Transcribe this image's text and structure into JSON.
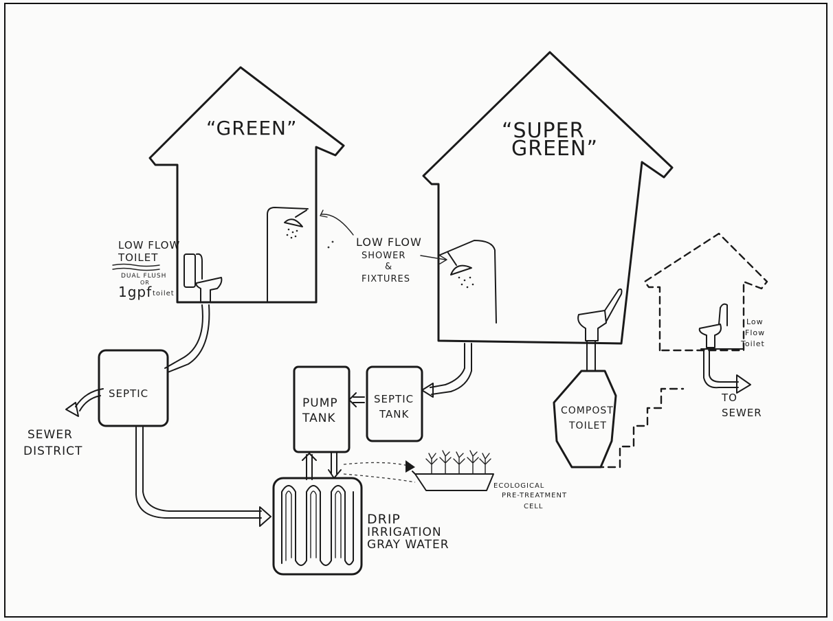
{
  "houses": {
    "green": "“GREEN”",
    "super_green_1": "“SUPER",
    "super_green_2": "GREEN”"
  },
  "labels": {
    "low_flow_toilet_1": "LOW FLOW",
    "low_flow_toilet_2": "TOILET",
    "dual_flush_1": "DUAL FLUSH",
    "dual_flush_2": "OR",
    "gpf_toilet_num": "1gpf",
    "gpf_toilet_word": "toilet",
    "low_flow_fixtures_1": "LOW FLOW",
    "low_flow_fixtures_2": "SHOWER",
    "low_flow_fixtures_3": "&",
    "low_flow_fixtures_4": "FIXTURES",
    "septic": "SEPTIC",
    "sewer_district_1": "SEWER",
    "sewer_district_2": "DISTRICT",
    "pump_tank_1": "PUMP",
    "pump_tank_2": "TANK",
    "septic_tank_1": "SEPTIC",
    "septic_tank_2": "TANK",
    "compost_toilet_1": "COMPOST",
    "compost_toilet_2": "TOILET",
    "small_low_flow_1": "Low",
    "small_low_flow_2": "Flow",
    "small_low_flow_3": "Toilet",
    "to_sewer_1": "TO",
    "to_sewer_2": "SEWER",
    "eco_cell_1": "ECOLOGICAL",
    "eco_cell_2": "PRE-TREATMENT",
    "eco_cell_3": "CELL",
    "drip_1": "DRIP",
    "drip_2": "IRRIGATION",
    "drip_3": "GRAY WATER"
  }
}
